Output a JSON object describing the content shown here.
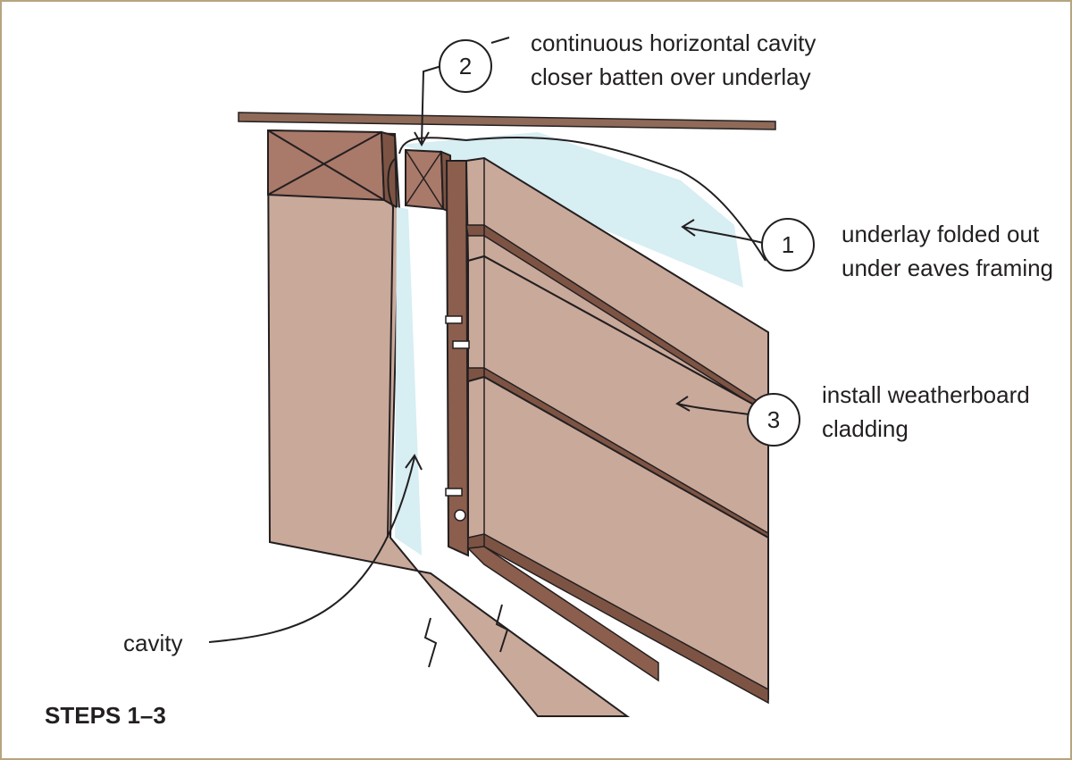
{
  "diagram": {
    "title": "STEPS 1–3",
    "callouts": [
      {
        "number": "1",
        "lines": [
          "underlay folded out",
          "under eaves framing"
        ]
      },
      {
        "number": "2",
        "lines": [
          "continuous horizontal cavity",
          "closer batten over underlay"
        ]
      },
      {
        "number": "3",
        "lines": [
          "install weatherboard",
          "cladding"
        ]
      }
    ],
    "labels": {
      "cavity": "cavity"
    },
    "colors": {
      "frame_border": "#b7a580",
      "timber": "#c9a99a",
      "timber_dark": "#8b5e4d",
      "underlay": "#d7eef3",
      "line": "#231f20"
    }
  }
}
